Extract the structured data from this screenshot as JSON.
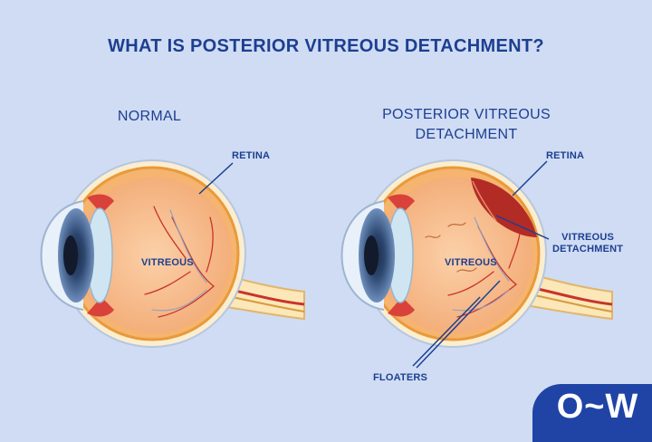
{
  "title": "WHAT IS POSTERIOR VITREOUS DETACHMENT?",
  "normal": {
    "heading": "NORMAL",
    "retina_label": "RETINA",
    "vitreous_label": "VITREOUS"
  },
  "pvd": {
    "heading_line1": "POSTERIOR VITREOUS",
    "heading_line2": "DETACHMENT",
    "retina_label": "RETINA",
    "detachment_label_line1": "VITREOUS",
    "detachment_label_line2": "DETACHMENT",
    "vitreous_label": "VITREOUS",
    "floaters_label": "FLOATERS"
  },
  "logo": {
    "text": "O~W"
  },
  "colors": {
    "background": "#cfdcf3",
    "title_blue": "#1d3f91",
    "eye_orange": "#f3b17c",
    "sclera_cream": "#fbeed0",
    "iris_blue": "#375b8f",
    "vessel_red": "#c8332b",
    "detachment_red": "#b32b25",
    "logo_blue": "#1f44a6"
  }
}
